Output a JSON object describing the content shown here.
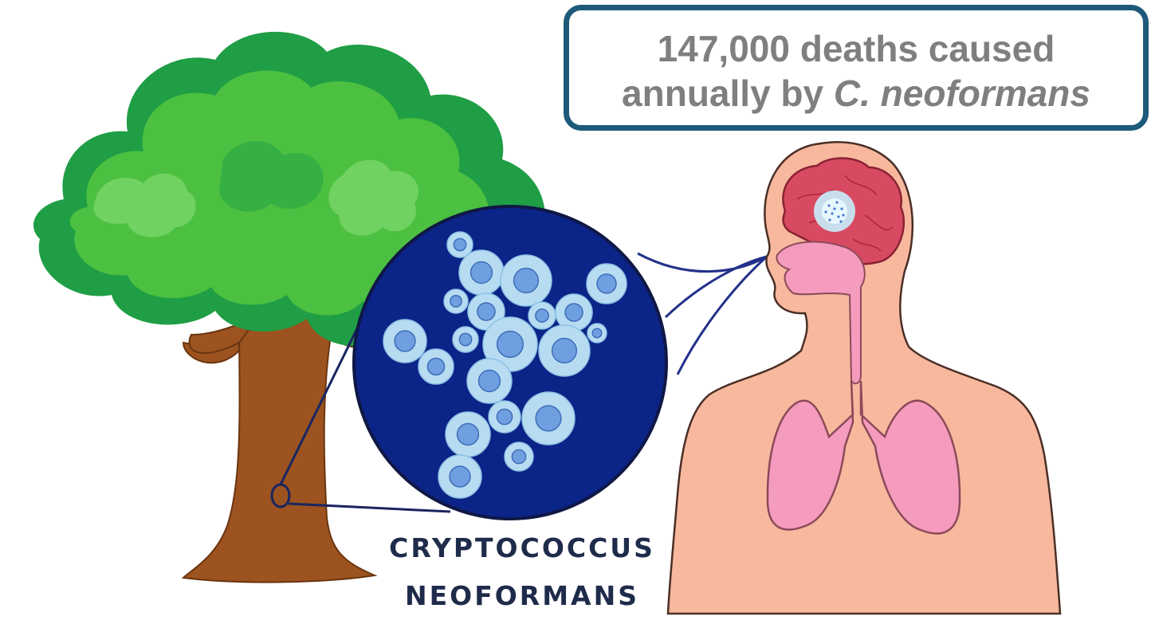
{
  "callout": {
    "line1": "147,000 deaths caused",
    "line2_prefix": "annually by ",
    "line2_italic": "C. neoformans"
  },
  "organism_label": {
    "line1": "CRYPTOCOCCUS",
    "line2": "NEOFORMANS"
  },
  "colors": {
    "callout_border": "#1d5a7a",
    "callout_text": "#7f7f7f",
    "foliage_light": "#4cc040",
    "foliage_dark": "#1f9e45",
    "trunk": "#9c531f",
    "magnifier_bg": "#0b2488",
    "yeast_outer": "#b7dcf2",
    "yeast_inner": "#6f9fe0",
    "skin": "#f7b89e",
    "lungs": "#f59bbd",
    "brain": "#d84a62"
  },
  "icons": [
    "tree-icon",
    "magnifier-icon",
    "yeast-cell-icon",
    "human-torso-icon",
    "brain-icon",
    "lungs-icon",
    "airflow-icon"
  ]
}
